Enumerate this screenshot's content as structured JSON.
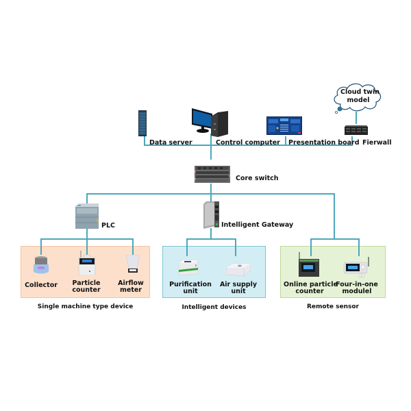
{
  "diagram": {
    "top_row": [
      {
        "id": "data-server",
        "label": "Data server",
        "icon": "server-tower-icon"
      },
      {
        "id": "control-computer",
        "label": "Control computer",
        "icon": "desktop-computer-icon"
      },
      {
        "id": "presentation-board",
        "label": "Presentation board",
        "icon": "dashboard-screen-icon"
      },
      {
        "id": "firewall",
        "label": "Fierwall",
        "icon": "firewall-rack-icon"
      }
    ],
    "cloud": {
      "label": "Cloud twin model",
      "line1": "Cloud twin",
      "line2": "model",
      "icon": "cloud-icon"
    },
    "core_switch": {
      "label": "Core switch",
      "icon": "network-switch-icon"
    },
    "controllers": [
      {
        "id": "plc",
        "label": "PLC",
        "icon": "plc-module-icon"
      },
      {
        "id": "gateway",
        "label": "Intelligent Gateway",
        "icon": "gateway-box-icon"
      }
    ],
    "groups": [
      {
        "id": "single-machine",
        "title": "Single machine type device",
        "fill": "#fde0cc",
        "border": "#f6c3a3",
        "devices": [
          {
            "line1": "Collector",
            "line2": "",
            "icon": "collector-icon"
          },
          {
            "line1": "Particle",
            "line2": "counter",
            "icon": "particle-counter-icon"
          },
          {
            "line1": "Airflow",
            "line2": "meter",
            "icon": "airflow-meter-icon"
          }
        ]
      },
      {
        "id": "intelligent-devices",
        "title": "Intelligent devices",
        "fill": "#d3edf4",
        "border": "#7cc3d8",
        "devices": [
          {
            "line1": "Purification",
            "line2": "unit",
            "icon": "purification-unit-icon"
          },
          {
            "line1": "Air supply",
            "line2": "unit",
            "icon": "air-supply-unit-icon"
          }
        ]
      },
      {
        "id": "remote-sensor",
        "title": "Remote sensor",
        "fill": "#e6f2d6",
        "border": "#bcd99a",
        "devices": [
          {
            "line1": "Online particle",
            "line2": "counter",
            "icon": "online-particle-counter-icon"
          },
          {
            "line1": "Four-in-one",
            "line2": "modulel",
            "icon": "four-in-one-module-icon"
          }
        ]
      }
    ],
    "colors": {
      "connector": "#4ba7bb"
    }
  }
}
